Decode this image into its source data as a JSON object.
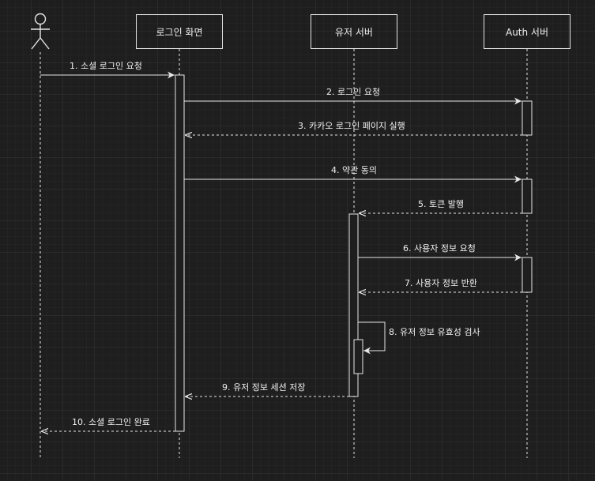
{
  "participants": [
    {
      "id": "user",
      "label": "",
      "kind": "actor"
    },
    {
      "id": "login",
      "label": "로그인 화면",
      "kind": "box"
    },
    {
      "id": "user_server",
      "label": "유저 서버",
      "kind": "box"
    },
    {
      "id": "auth_server",
      "label": "Auth 서버",
      "kind": "box"
    }
  ],
  "messages": [
    {
      "label": "1. 소셜 로그인 요청",
      "style": "solid"
    },
    {
      "label": "2. 로그인 요청",
      "style": "solid"
    },
    {
      "label": "3. 카카오 로그인 페이지 실행",
      "style": "dashed"
    },
    {
      "label": "4. 약관 동의",
      "style": "solid"
    },
    {
      "label": "5. 토큰 발행",
      "style": "dashed"
    },
    {
      "label": "6. 사용자 정보 요청",
      "style": "solid"
    },
    {
      "label": "7. 사용자 정보 반환",
      "style": "dashed"
    },
    {
      "label": "8. 유저 정보 유효성 검사",
      "style": "solid"
    },
    {
      "label": "9. 유저 정보 세션 저장",
      "style": "dashed"
    },
    {
      "label": "10. 소셜 로그인 완료",
      "style": "dashed"
    }
  ],
  "colors": {
    "background": "#1e1e1e",
    "stroke": "#e6e6e6",
    "text": "#f0f0f0"
  }
}
